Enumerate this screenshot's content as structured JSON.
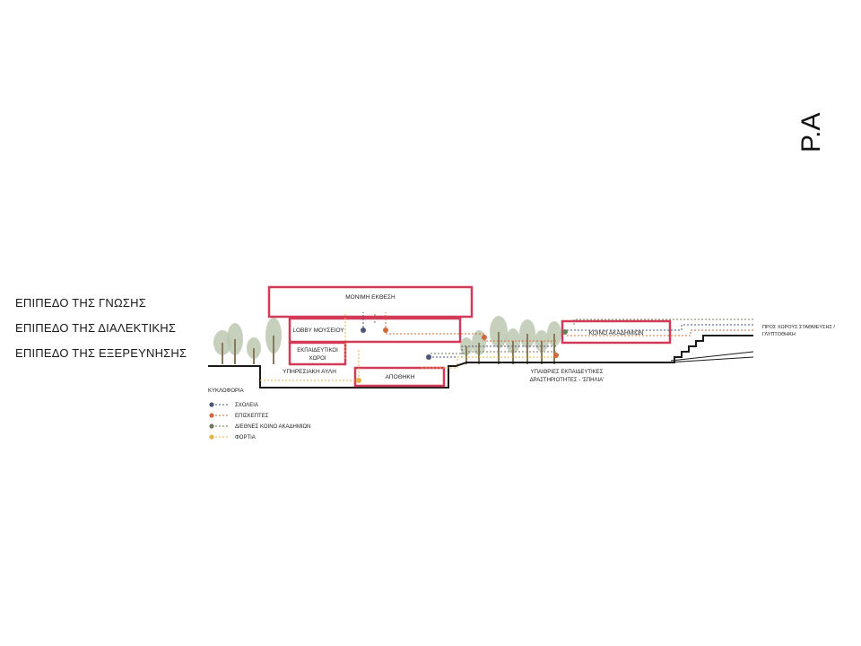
{
  "levels": [
    "ΕΠΙΠΕΔΟ ΤΗΣ ΓΝΩΣΗΣ",
    "ΕΠΙΠΕΔΟ ΤΗΣ ΔΙΑΛΕΚΤΙΚΗΣ",
    "ΕΠΙΠΕΔΟ ΤΗΣ ΕΞΕΡΕΥΝΗΣΗΣ"
  ],
  "logo_text": "P.A",
  "spaces": {
    "permanent_exhibition": "ΜΟΝΙΜΗ ΕΚΘΕΣΗ",
    "museum_lobby": "LOBBY ΜΟΥΣΕΙΟΥ",
    "educational_spaces_line1": "ΕΚΠΑΙΔΕΥΤΙΚΟΙ",
    "educational_spaces_line2": "ΧΩΡΟΙ",
    "storage": "ΑΠΟΘΗΚΗ",
    "service_yard": "ΥΠΗΡΕΣΙΑΚΗ ΑΥΛΗ",
    "common_academy": "ΚΟΙΝΟ ΑΚΑΔΗΜΙΩΝ"
  },
  "annotations": {
    "outdoor_line1": "ΥΠΑΙΘΡΙΕΣ ΕΚΠΑΙΔΕΥΤΙΚΕΣ",
    "outdoor_line2": "ΔΡΑΣΤΗΡΙΟΤΗΤΕΣ - 'ΣΠΗΛΙΑ'",
    "towards_line1": "ΠΡΟΣ ΧΩΡΟΥΣ ΣΤΑΘΜΕΥΣΗΣ /",
    "towards_line2": "ΓΛΥΠΤΟΘΗΚΗ"
  },
  "legend": {
    "title": "ΚΥΚΛΟΦΟΡΙΑ",
    "items": [
      {
        "label": "ΣΧΟΛΕΙΑ",
        "color": "#4a5578"
      },
      {
        "label": "ΕΠΙΣΚΕΠΤΕΣ",
        "color": "#d06a3a"
      },
      {
        "label": "ΔΙΕΘΝΕΣ ΚΟΙΝΟ ΑΚΑΔΗΜΙΩΝ",
        "color": "#6f7a5a"
      },
      {
        "label": "ΦΟΡΤΙΑ",
        "color": "#e6b445"
      }
    ]
  },
  "colors": {
    "space_outline": "#d33a57",
    "ground": "#1a1a1a",
    "tree_foliage": "#bcc8b0",
    "tree_trunk": "#8a7a5c"
  }
}
